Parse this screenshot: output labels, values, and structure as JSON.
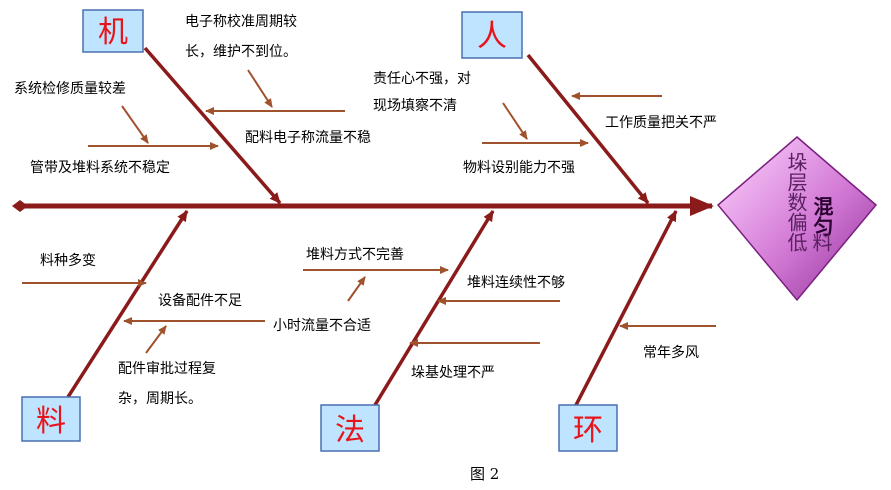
{
  "colors": {
    "spine": "#8b1a1a",
    "arrow": "#a0522d",
    "category_box_fill": "#bfe4ff",
    "category_box_stroke": "#4a6fb0",
    "category_text": "#e8141b",
    "effect_fill_light": "#ffd6ff",
    "effect_fill_dark": "#a23aa8"
  },
  "categories": {
    "machine": "机",
    "man": "人",
    "material": "料",
    "method": "法",
    "environment": "环"
  },
  "effect": {
    "col1": "混匀",
    "col2": "料",
    "col3": "垛层数偏低"
  },
  "causes": {
    "calibration_1": "电子称校准周期较",
    "calibration_2": "长，维护不到位。",
    "maintenance_quality": "系统检修质量较差",
    "scale_flow": "配料电子称流量不稳",
    "pipe_stack": "管带及堆料系统不稳定",
    "responsibility_1": "责任心不强，对",
    "responsibility_2": "现场填察不清",
    "work_quality": "工作质量把关不严",
    "material_setting": "物料设别能力不强",
    "material_variety": "料种多变",
    "parts_shortage": "设备配件不足",
    "approval_1": "配件审批过程复",
    "approval_2": "杂，周期长。",
    "stacking_method": "堆料方式不完善",
    "hourly_flow": "小时流量不合适",
    "stacking_continuity": "堆料连续性不够",
    "base_treatment": "垛基处理不严",
    "windy": "常年多风"
  },
  "caption": "图 2"
}
